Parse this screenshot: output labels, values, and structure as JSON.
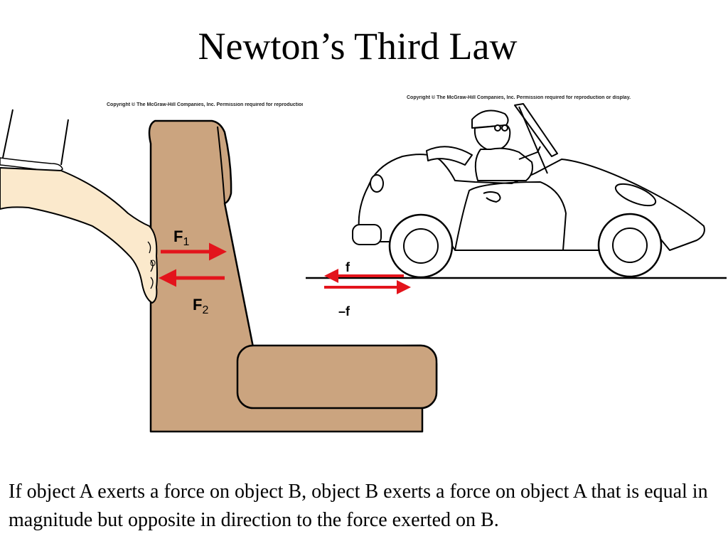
{
  "slide": {
    "title": "Newton’s Third Law",
    "caption": "If object A exerts a force on object B, object B exerts a force on object A that is equal in magnitude but opposite in direction to the force exerted on B."
  },
  "left_figure": {
    "copyright": "Copyright © The McGraw-Hill Companies, Inc. Permission required for reproduction or display.",
    "force_1": {
      "symbol": "F",
      "subscript": "1"
    },
    "force_2": {
      "symbol": "F",
      "subscript": "2"
    },
    "chair_color": "#cba47f",
    "arrow_color": "#e3141c"
  },
  "right_figure": {
    "copyright": "Copyright © The McGraw-Hill Companies, Inc. Permission required for reproduction or display.",
    "force_f": "f",
    "force_minus_f": "–f"
  }
}
